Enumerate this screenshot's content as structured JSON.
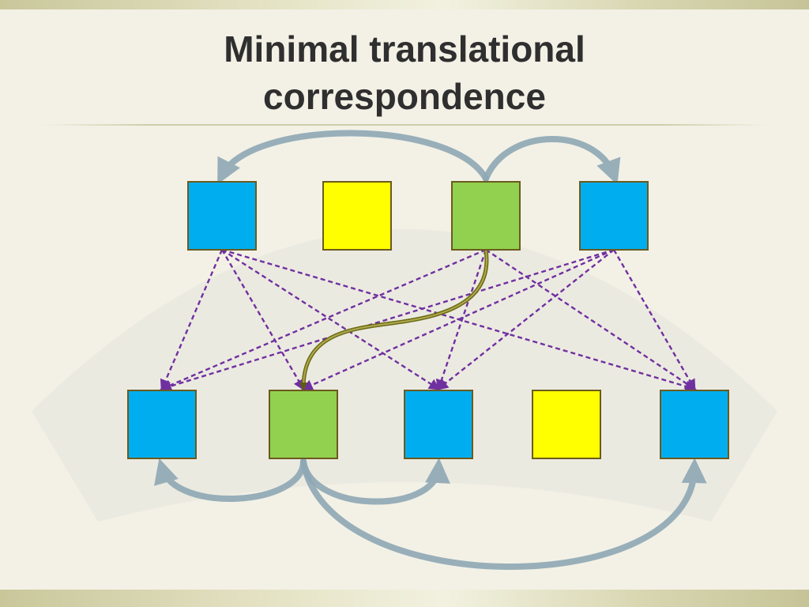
{
  "slide": {
    "title_line1": "Minimal translational",
    "title_line2": "correspondence"
  },
  "colors": {
    "blue": "#00aeef",
    "yellow": "#ffff00",
    "green": "#92d050",
    "border": "#6b5a1e",
    "dashed_arrow": "#7030a0",
    "gray_arc": "#8fa8b5",
    "highlight_arrow": "#6b6b14"
  },
  "top_row": [
    "blue",
    "yellow",
    "green",
    "blue"
  ],
  "bottom_row": [
    "blue",
    "green",
    "blue",
    "yellow",
    "blue"
  ]
}
